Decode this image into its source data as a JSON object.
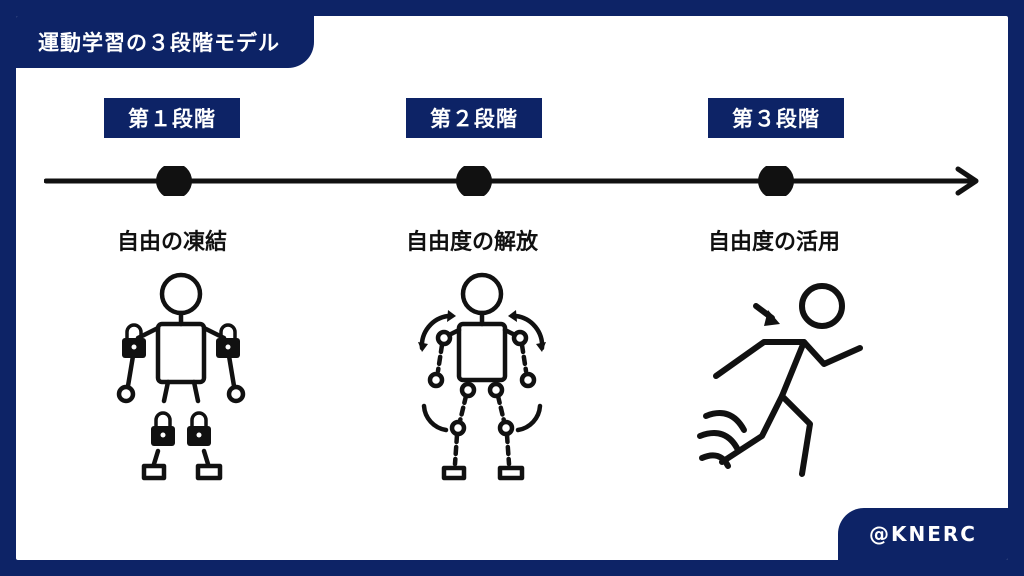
{
  "title": "運動学習の３段階モデル",
  "stages": [
    {
      "step": "第１段階",
      "label": "自由の凍結",
      "icon": "locked-figure-icon"
    },
    {
      "step": "第２段階",
      "label": "自由度の解放",
      "icon": "rotating-joints-figure-icon"
    },
    {
      "step": "第３段階",
      "label": "自由度の活用",
      "icon": "running-figure-icon"
    }
  ],
  "credit": "@KNERC",
  "colors": {
    "navy": "#0d2366",
    "ink": "#111111",
    "paper": "#ffffff"
  }
}
